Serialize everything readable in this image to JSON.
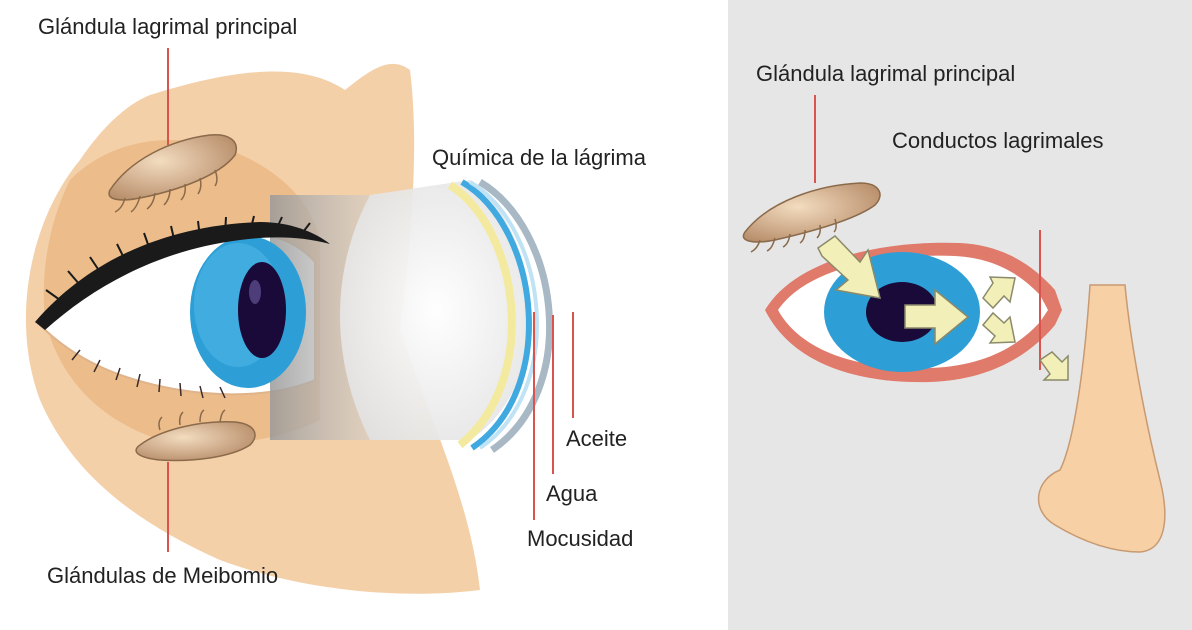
{
  "left_panel": {
    "labels": {
      "main_gland": "Glándula lagrimal principal",
      "tear_chemistry": "Química de la lágrima",
      "oil": "Aceite",
      "water": "Agua",
      "mucus": "Mocusidad",
      "meibomian": "Glándulas de Meibomio"
    }
  },
  "right_panel": {
    "labels": {
      "main_gland": "Glándula lagrimal principal",
      "ducts": "Conductos lagrimales"
    }
  },
  "colors": {
    "skin": "#f2c89a",
    "skin_shadow": "#d9a77a",
    "iris": "#2e9fd6",
    "pupil": "#1a0a3a",
    "eyelid_rim": "#e07a6a",
    "leader_line": "#d9534f",
    "oil_layer": "#a8b8c4",
    "water_layer": "#3fa9e0",
    "mucus_layer": "#f3eaa0",
    "arrow_fill": "#f3efb8",
    "right_bg": "#e6e6e6"
  }
}
